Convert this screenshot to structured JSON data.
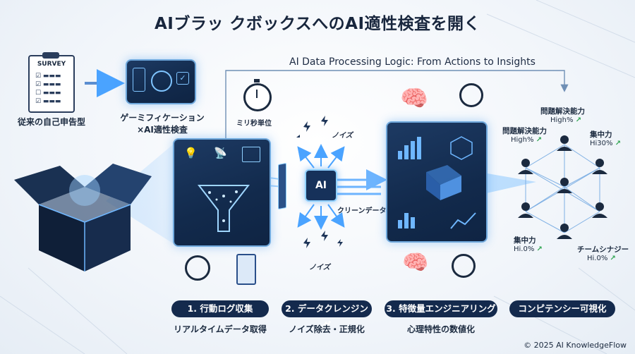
{
  "title": "AIブラッ クボックスへのAI適性検査を開く",
  "subtitle": "AI Data Processing Logic: From Actions to Insights",
  "left": {
    "survey_label": "SURVEY",
    "survey_caption": "従来の自己申告型",
    "game_caption_line1": "ゲーミフィケーション",
    "game_caption_line2": "×AI適性検査"
  },
  "stopwatch_label": "ミリ秒単位",
  "noise_top": "ノイズ",
  "noise_bottom": "ノイズ",
  "chip_label": "AI",
  "clean_data_label": "クリーンデータ",
  "steps": [
    {
      "pill": "1. 行動ログ収集",
      "caption": "リアルタイムデータ取得"
    },
    {
      "pill": "2. データクレンジング",
      "caption": "ノイズ除去・正規化"
    },
    {
      "pill": "3. 特徴量エンジニアリング",
      "caption": "心理特性の数値化"
    },
    {
      "pill": "コンピテンシー可視化",
      "caption": ""
    }
  ],
  "people": [
    {
      "label": "問題解決能力",
      "value": "High%"
    },
    {
      "label": "問題解決能力",
      "value": "High%"
    },
    {
      "label": "集中力",
      "value": "Hi30%"
    },
    {
      "label": "集中力",
      "value": "Hi.0%"
    },
    {
      "label": "チームシナジー",
      "value": "Hi.0%"
    }
  ],
  "footer": "© 2025 AI KnowledgeFlow",
  "colors": {
    "accent": "#4aa3ff",
    "panel": "#15305a",
    "pill": "#142a4d",
    "up": "#2ea44f"
  }
}
